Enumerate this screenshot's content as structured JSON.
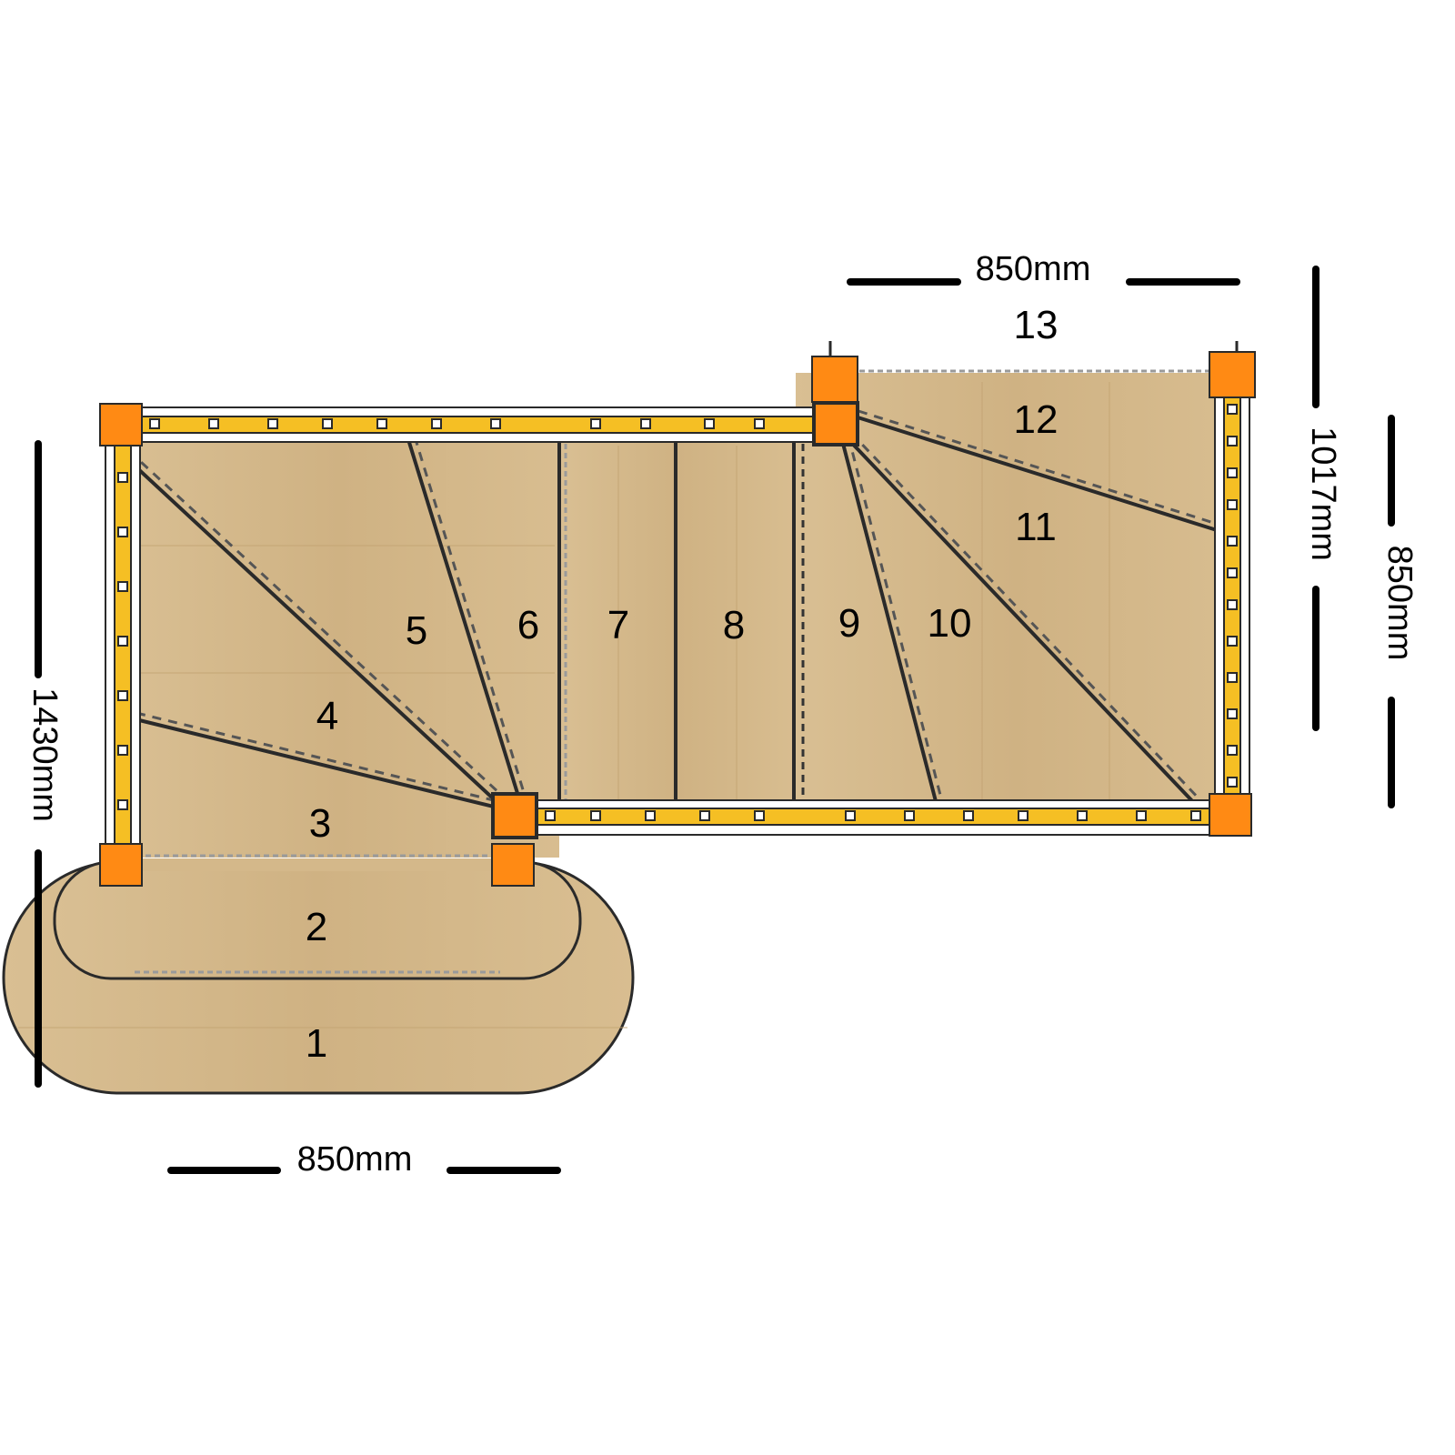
{
  "steps": [
    {
      "label": "1"
    },
    {
      "label": "2"
    },
    {
      "label": "3"
    },
    {
      "label": "4"
    },
    {
      "label": "5"
    },
    {
      "label": "6"
    },
    {
      "label": "7"
    },
    {
      "label": "8"
    },
    {
      "label": "9"
    },
    {
      "label": "10"
    },
    {
      "label": "11"
    },
    {
      "label": "12"
    },
    {
      "label": "13"
    }
  ],
  "dimensions": {
    "bottom_width": "850mm",
    "top_width": "850mm",
    "left_height": "1430mm",
    "right_inner_height": "1017mm",
    "right_outer_height": "850mm"
  },
  "colors": {
    "wood": "#d4b88a",
    "rail": "#f5bf24",
    "post": "#ff8a14",
    "outline": "#2a2a2a"
  }
}
